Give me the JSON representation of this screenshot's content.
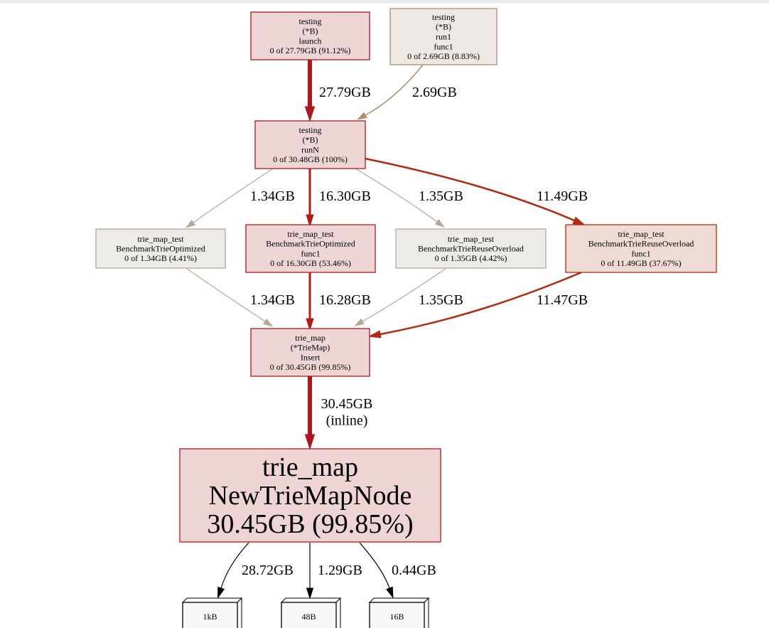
{
  "nodes": [
    {
      "id": "n_launch",
      "lines": [
        "testing",
        "(*B)",
        "launch",
        "0 of 27.79GB (91.12%)"
      ],
      "fill": "#eed6d6",
      "stroke": "#b2161c"
    },
    {
      "id": "n_run1",
      "lines": [
        "testing",
        "(*B)",
        "run1",
        "func1",
        "0 of 2.69GB (8.83%)"
      ],
      "fill": "#ede8e3",
      "stroke": "#b28e69"
    },
    {
      "id": "n_runN",
      "lines": [
        "testing",
        "(*B)",
        "runN",
        "0 of 30.48GB (100%)"
      ],
      "fill": "#eed6d6",
      "stroke": "#b2161c"
    },
    {
      "id": "n_opt",
      "lines": [
        "trie_map_test",
        "BenchmarkTrieOptimized",
        "0 of 1.34GB (4.41%)"
      ],
      "fill": "#edebe8",
      "stroke": "#b2a999"
    },
    {
      "id": "n_optf",
      "lines": [
        "trie_map_test",
        "BenchmarkTrieOptimized",
        "func1",
        "0 of 16.30GB (53.46%)"
      ],
      "fill": "#eed6d6",
      "stroke": "#b21b12"
    },
    {
      "id": "n_reuse",
      "lines": [
        "trie_map_test",
        "BenchmarkTrieReuseOverload",
        "0 of 1.35GB (4.42%)"
      ],
      "fill": "#edebe8",
      "stroke": "#b2a999"
    },
    {
      "id": "n_reusef",
      "lines": [
        "trie_map_test",
        "BenchmarkTrieReuseOverload",
        "func1",
        "0 of 11.49GB (37.67%)"
      ],
      "fill": "#eedbd6",
      "stroke": "#b2290f"
    },
    {
      "id": "n_insert",
      "lines": [
        "trie_map",
        "(*TrieMap)",
        "Insert",
        "0 of 30.45GB (99.85%)"
      ],
      "fill": "#eed6d6",
      "stroke": "#b2161c"
    },
    {
      "id": "n_new",
      "lines": [
        "trie_map",
        "NewTrieMapNode",
        "30.45GB (99.85%)"
      ],
      "fill": "#eed4d5",
      "stroke": "#b2161c"
    },
    {
      "id": "n_1kb",
      "lines": [
        "1kB"
      ],
      "fill": "#f8f8f8",
      "stroke": "#000000"
    },
    {
      "id": "n_48b",
      "lines": [
        "48B"
      ],
      "fill": "#f8f8f8",
      "stroke": "#000000"
    },
    {
      "id": "n_16b",
      "lines": [
        "16B"
      ],
      "fill": "#f8f8f8",
      "stroke": "#000000"
    }
  ],
  "edges": [
    {
      "id": "e_launch_runN",
      "label": [
        "27.79GB"
      ],
      "color": "#b2161c"
    },
    {
      "id": "e_run1_runN",
      "label": [
        "2.69GB"
      ],
      "color": "#b28e69"
    },
    {
      "id": "e_runN_opt",
      "label": [
        "1.34GB"
      ],
      "color": "#b2a999"
    },
    {
      "id": "e_runN_optf",
      "label": [
        "16.30GB"
      ],
      "color": "#b21b12"
    },
    {
      "id": "e_runN_reuse",
      "label": [
        "1.35GB"
      ],
      "color": "#b2a999"
    },
    {
      "id": "e_runN_reusef",
      "label": [
        "11.49GB"
      ],
      "color": "#b2290f"
    },
    {
      "id": "e_opt_insert",
      "label": [
        "1.34GB"
      ],
      "color": "#b2a999"
    },
    {
      "id": "e_optf_insert",
      "label": [
        "16.28GB"
      ],
      "color": "#b21b12"
    },
    {
      "id": "e_reuse_insert",
      "label": [
        "1.35GB"
      ],
      "color": "#b2a999"
    },
    {
      "id": "e_reusef_insert",
      "label": [
        "11.47GB"
      ],
      "color": "#b2290f"
    },
    {
      "id": "e_insert_new",
      "label": [
        "30.45GB",
        "(inline)"
      ],
      "color": "#b2161c"
    },
    {
      "id": "e_new_1kb",
      "label": [
        "28.72GB"
      ],
      "color": "#000000"
    },
    {
      "id": "e_new_48b",
      "label": [
        "1.29GB"
      ],
      "color": "#000000"
    },
    {
      "id": "e_new_16b",
      "label": [
        "0.44GB"
      ],
      "color": "#000000"
    }
  ]
}
